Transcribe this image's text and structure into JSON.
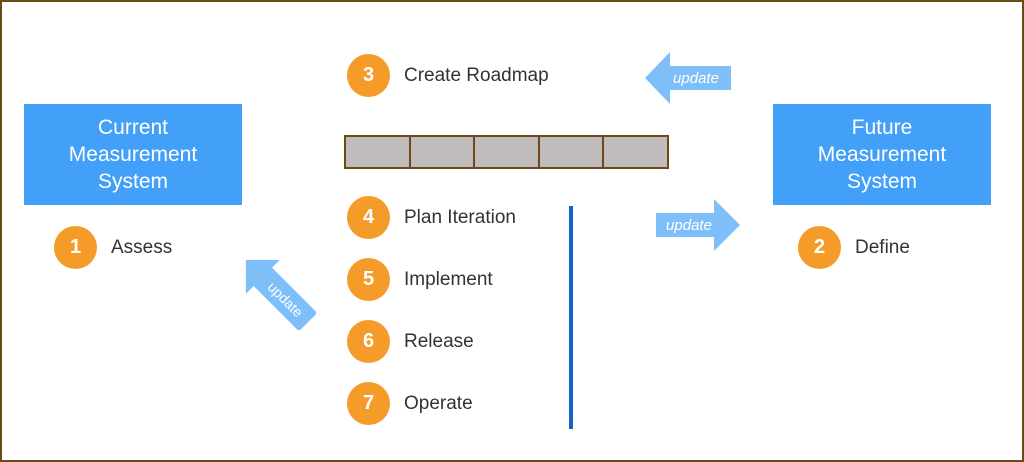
{
  "diagram": {
    "systems": {
      "current": {
        "lines": [
          "Current",
          "Measurement",
          "System"
        ]
      },
      "future": {
        "lines": [
          "Future",
          "Measurement",
          "System"
        ]
      }
    },
    "steps": [
      {
        "number": "1",
        "label": "Assess"
      },
      {
        "number": "2",
        "label": "Define"
      },
      {
        "number": "3",
        "label": "Create Roadmap"
      },
      {
        "number": "4",
        "label": "Plan Iteration"
      },
      {
        "number": "5",
        "label": "Implement"
      },
      {
        "number": "6",
        "label": "Release"
      },
      {
        "number": "7",
        "label": "Operate"
      }
    ],
    "roadmap": {
      "segments": 5
    },
    "arrows": {
      "to_roadmap": {
        "label": "update",
        "direction": "left"
      },
      "to_future": {
        "label": "update",
        "direction": "right"
      },
      "to_current": {
        "label": "update",
        "direction": "up-left"
      }
    },
    "colors": {
      "system_box": "#42a0f8",
      "badge": "#f59b2a",
      "arrow": "#7fbff9",
      "iteration_line": "#1565c8",
      "roadmap_fill": "#c0bbbc",
      "frame": "#6b4a16"
    }
  }
}
